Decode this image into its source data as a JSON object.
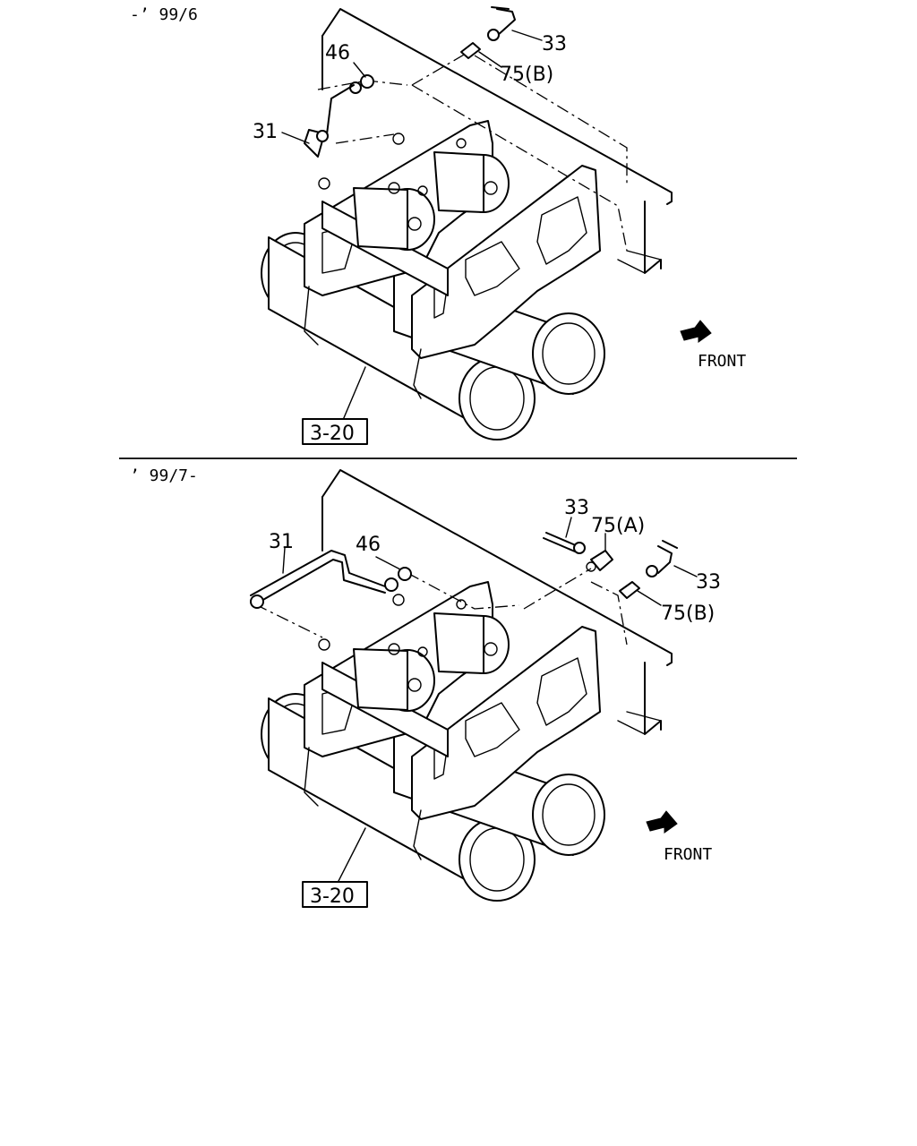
{
  "top_panel": {
    "period": "-’ 99/6",
    "labels": {
      "p33": "33",
      "p46": "46",
      "p75b": "75(B)",
      "p31": "31"
    },
    "ref_box": "3-20",
    "direction": "FRONT"
  },
  "bottom_panel": {
    "period": "’ 99/7-",
    "labels": {
      "p33a": "33",
      "p75a": "75(A)",
      "p31": "31",
      "p46": "46",
      "p33b": "33",
      "p75b": "75(B)"
    },
    "ref_box": "3-20",
    "direction": "FRONT"
  }
}
